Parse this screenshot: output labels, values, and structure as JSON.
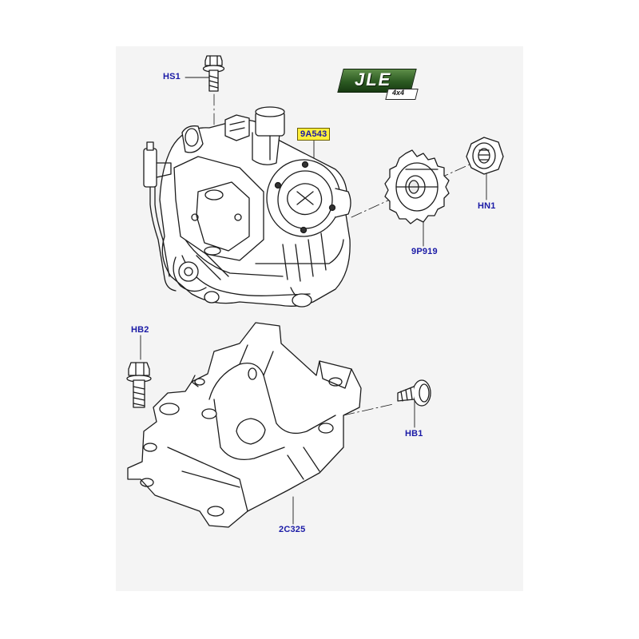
{
  "logo": {
    "main_text": "JLE",
    "sub_text": "4x4"
  },
  "callouts": {
    "hs1": "HS1",
    "part_9a543": "9A543",
    "hn1": "HN1",
    "part_9p919": "9P919",
    "hb2": "HB2",
    "hb1": "HB1",
    "part_2c325": "2C325"
  },
  "colors": {
    "callout_text": "#1a1aa6",
    "highlight": "#ffef3a",
    "logo_green": "#2c5a22"
  }
}
